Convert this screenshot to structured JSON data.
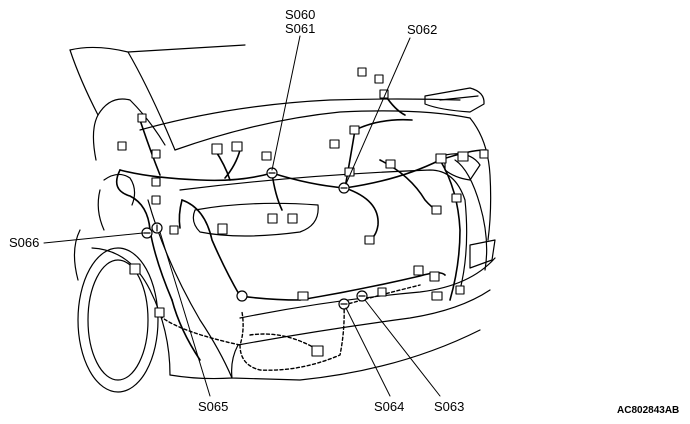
{
  "labels": {
    "s060": "S060",
    "s061": "S061",
    "s062": "S062",
    "s066": "S066",
    "s065": "S065",
    "s064": "S064",
    "s063": "S063"
  },
  "figure_code": "AC802843AB"
}
